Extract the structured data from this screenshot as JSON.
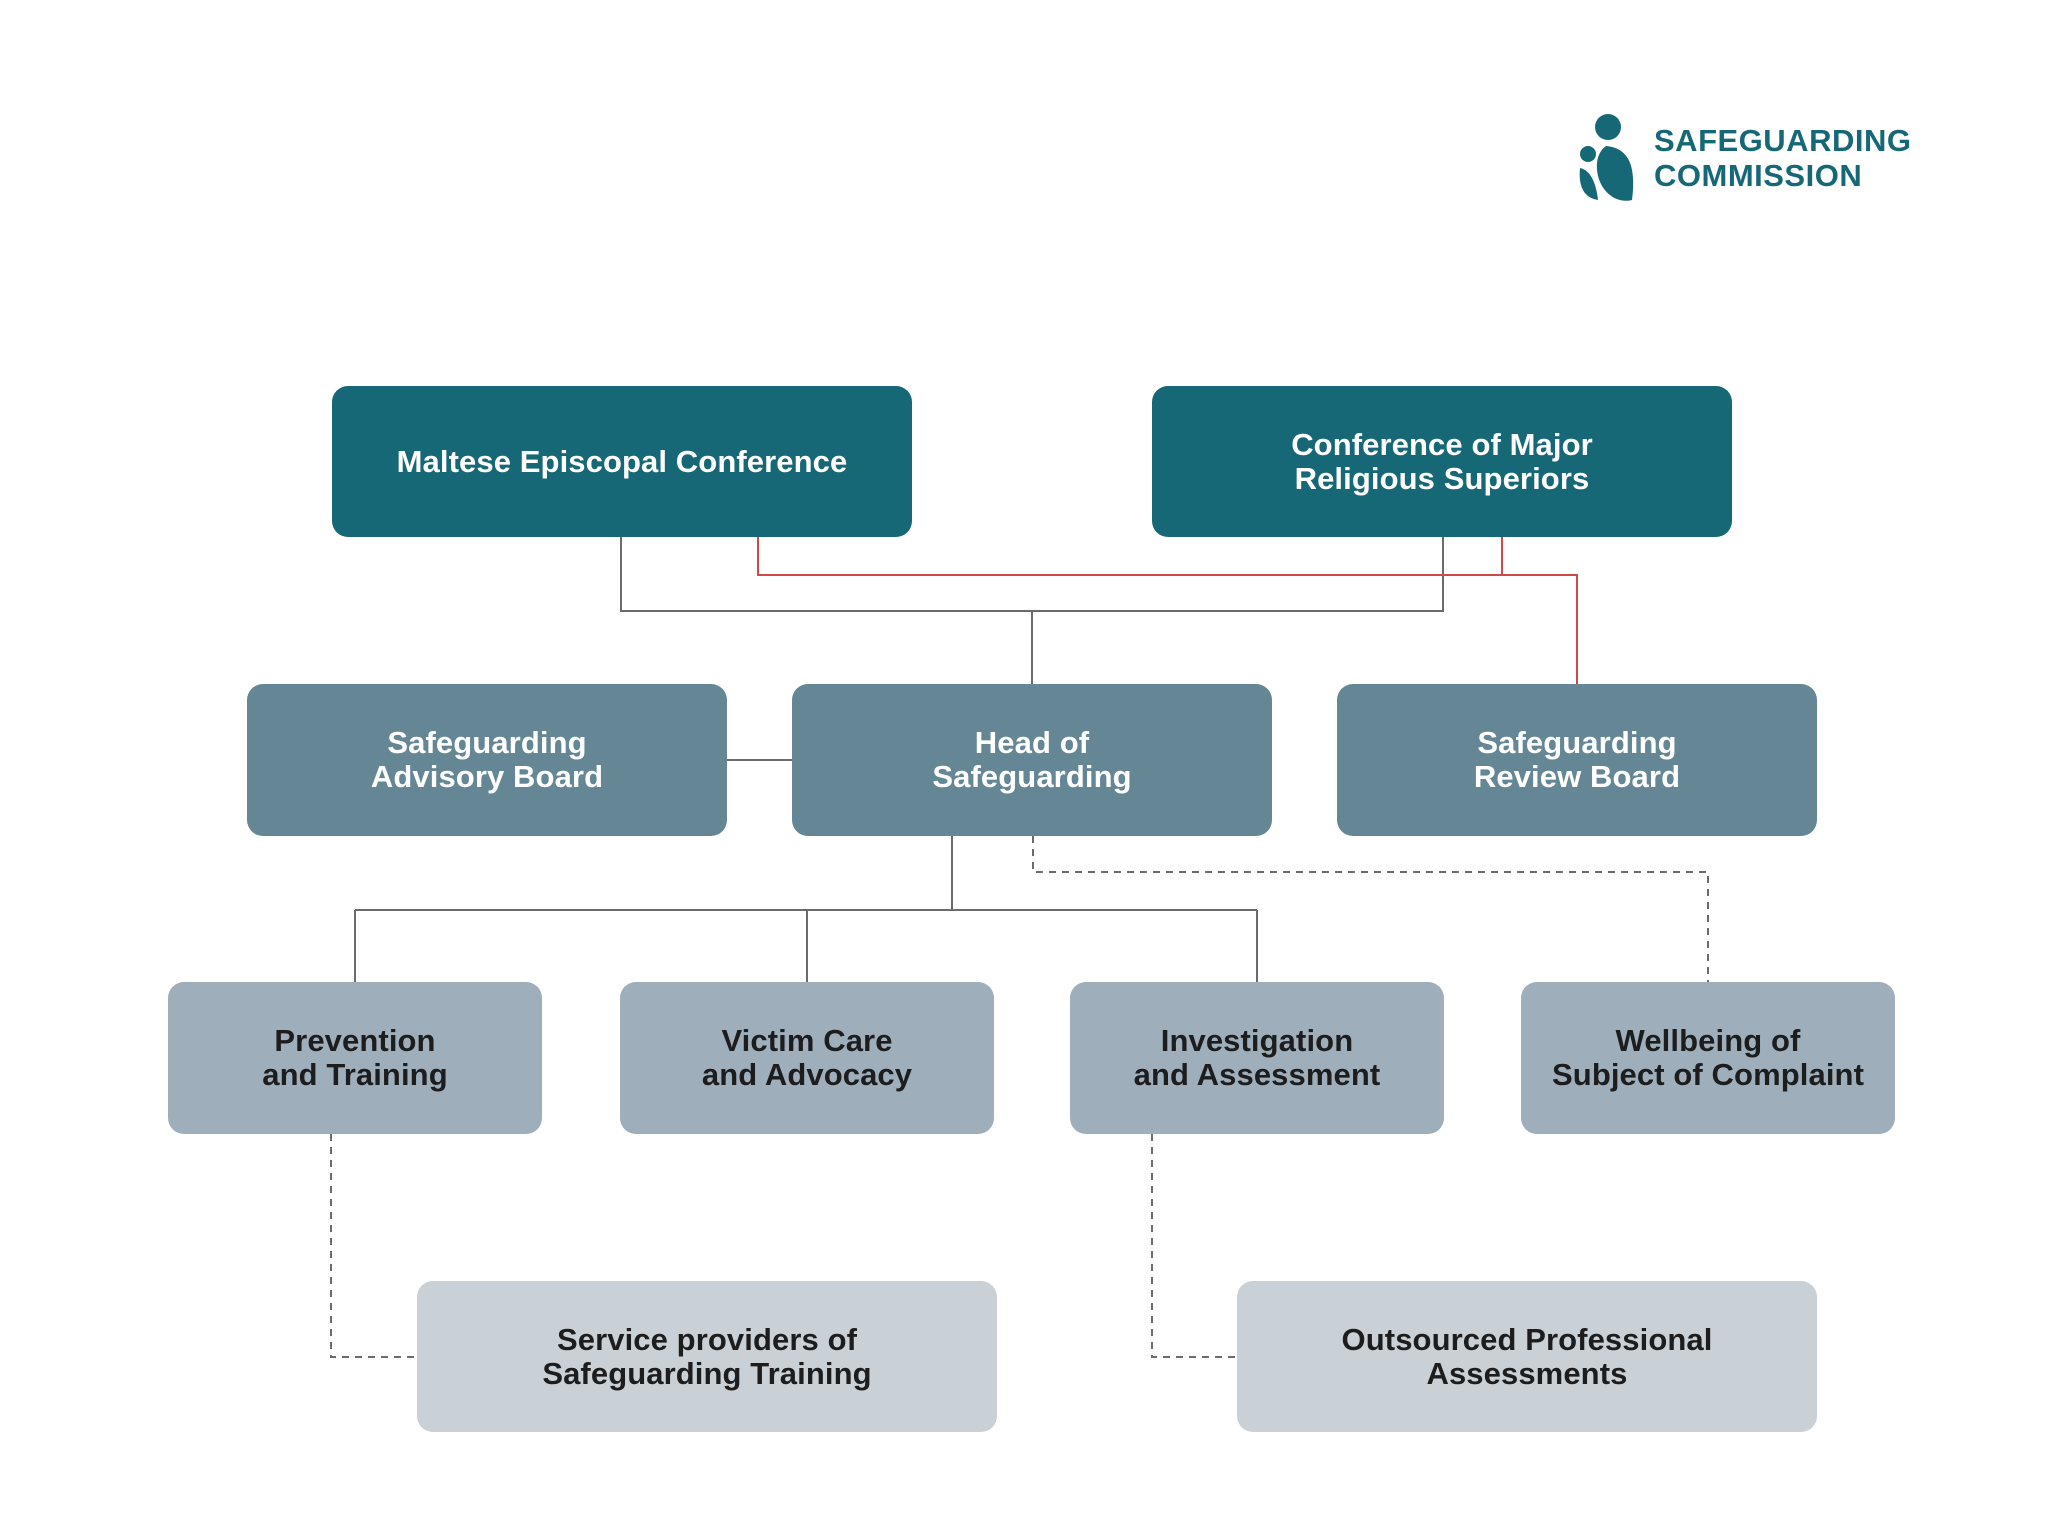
{
  "logo": {
    "line1": "SAFEGUARDING",
    "line2": "COMMISSION",
    "icon": "safeguarding-commission-logo-icon"
  },
  "nodes": {
    "maltese_episcopal_conference": "Maltese Episcopal Conference",
    "conference_major_religious_superiors": "Conference of Major\nReligious Superiors",
    "safeguarding_advisory_board": "Safeguarding\nAdvisory Board",
    "head_of_safeguarding": "Head of\nSafeguarding",
    "safeguarding_review_board": "Safeguarding\nReview Board",
    "prevention_and_training": "Prevention\nand Training",
    "victim_care_and_advocacy": "Victim Care\nand Advocacy",
    "investigation_and_assessment": "Investigation\nand Assessment",
    "wellbeing_subject_of_complaint": "Wellbeing of\nSubject of Complaint",
    "service_providers_training": "Service providers of\nSafeguarding Training",
    "outsourced_professional_assessments": "Outsourced Professional\nAssessments"
  },
  "colors": {
    "level1": "#176877",
    "level2": "#658795",
    "level3": "#9eafbb",
    "level4": "#c9d1d7",
    "line": "#6b6b6b",
    "accent_line": "#cc4a4a",
    "brand": "#176877"
  }
}
